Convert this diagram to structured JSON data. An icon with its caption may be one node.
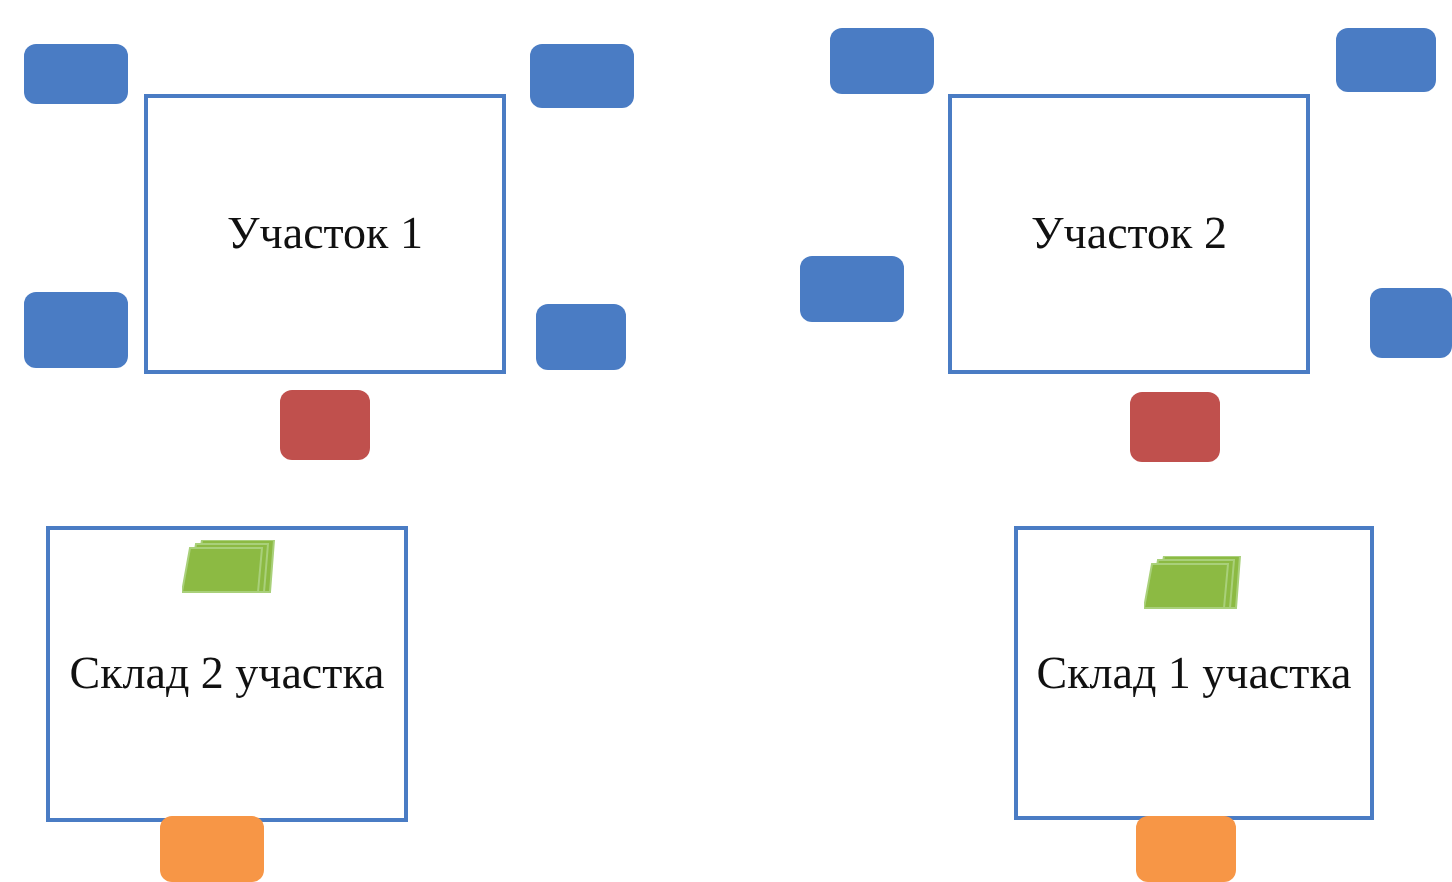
{
  "diagram": {
    "nodes": [
      {
        "text": [
          "Участок 1"
        ]
      },
      {
        "text": [
          "Участок 2"
        ]
      },
      {
        "text": [
          "Склад 2 участка"
        ]
      },
      {
        "text": [
          "Склад 1 участка"
        ]
      },
      {
        "text": [],
        "shape": "box"
      },
      {
        "text": [],
        "shape": "box"
      },
      {
        "text": [],
        "shape": "box"
      },
      {
        "text": [],
        "shape": "box"
      },
      {
        "text": [],
        "shape": "box"
      },
      {
        "text": [],
        "shape": "box"
      },
      {
        "text": [],
        "shape": "box"
      },
      {
        "text": [],
        "shape": "box"
      },
      {
        "text": [],
        "shape": "box"
      },
      {
        "text": [],
        "shape": "box"
      },
      {
        "text": [],
        "shape": "box",
        "in": 2
      },
      {
        "text": [],
        "shape": "box",
        "in": 3
      },
      {
        "text": [],
        "shape": "box"
      },
      {
        "text": [],
        "shape": "box"
      }
    ]
  }
}
